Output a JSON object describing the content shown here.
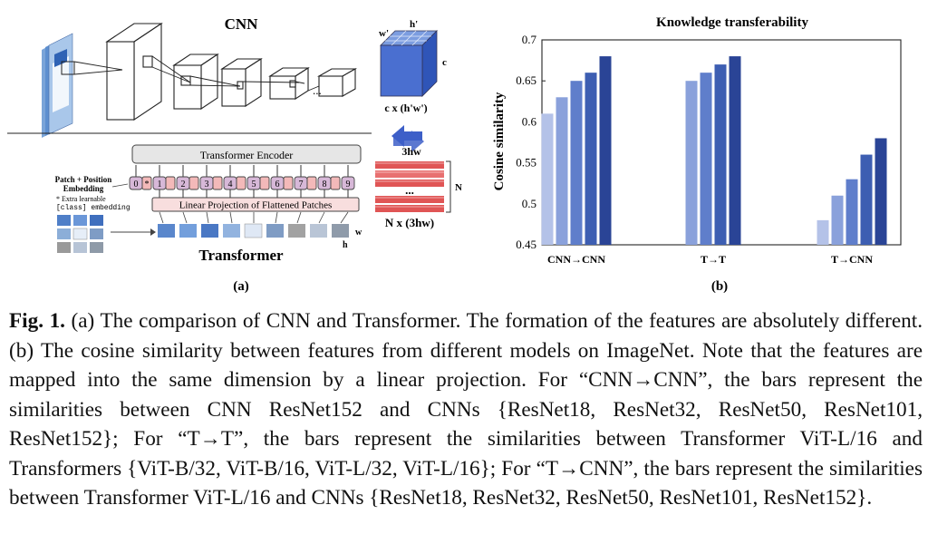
{
  "figure_a": {
    "cnn_title": "CNN",
    "feature_w": "w'",
    "feature_h": "h'",
    "feature_c": "c",
    "feature_shape": "c x (h'w')",
    "transformer_encoder": "Transformer Encoder",
    "linear_projection": "Linear Projection of Flattened Patches",
    "patch_embedding_label_line1": "Patch + Position",
    "patch_embedding_label_line2": "Embedding",
    "extra_learnable_line1": "* Extra learnable",
    "extra_learnable_line2": "[class] embedding",
    "tokens": [
      "0",
      "1",
      "2",
      "3",
      "4",
      "5",
      "6",
      "7",
      "8",
      "9"
    ],
    "class_token_mark": "*",
    "patch_h": "h",
    "patch_w": "w",
    "transformer_title": "Transformer",
    "token_dim": "3hw",
    "token_count": "N",
    "ellipsis": "...",
    "token_shape": "N x (3hw)",
    "ellipsis_cnn": "...",
    "label": "(a)"
  },
  "figure_b": {
    "label": "(b)"
  },
  "chart_data": {
    "type": "bar",
    "title": "Knowledge transferability",
    "ylabel": "Cosine similarity",
    "xlabel": "",
    "ylim": [
      0.45,
      0.7
    ],
    "yticks": [
      "0.45",
      "0.5",
      "0.55",
      "0.6",
      "0.65",
      "0.7"
    ],
    "groups": [
      {
        "category": "CNN→CNN",
        "values": [
          0.61,
          0.63,
          0.65,
          0.66,
          0.68
        ]
      },
      {
        "category": "T→T",
        "values": [
          0.65,
          0.66,
          0.67,
          0.68
        ]
      },
      {
        "category": "T→CNN",
        "values": [
          0.48,
          0.51,
          0.53,
          0.56,
          0.58
        ]
      }
    ],
    "colors": [
      "#b4c2e8",
      "#8aa1db",
      "#5f7ecb",
      "#3d5eb2",
      "#2a4496"
    ],
    "grid": false
  },
  "caption": {
    "label": "Fig. 1.",
    "text": " (a) The comparison of CNN and Transformer. The formation of the features are absolutely different. (b) The cosine similarity between features from different models on ImageNet. Note that the features are mapped into the same dimension by a linear projection. For “CNN→CNN”, the bars represent the similarities between CNN ResNet152 and CNNs {ResNet18, ResNet32, ResNet50, ResNet101, ResNet152}; For “T→T”, the bars represent the similarities between Transformer ViT-L/16 and Transformers {ViT-B/32, ViT-B/16, ViT-L/32, ViT-L/16}; For “T→CNN”, the bars represent the similarities between Transformer ViT-L/16 and CNNs {ResNet18, ResNet32, ResNet50, ResNet101, ResNet152}."
  }
}
